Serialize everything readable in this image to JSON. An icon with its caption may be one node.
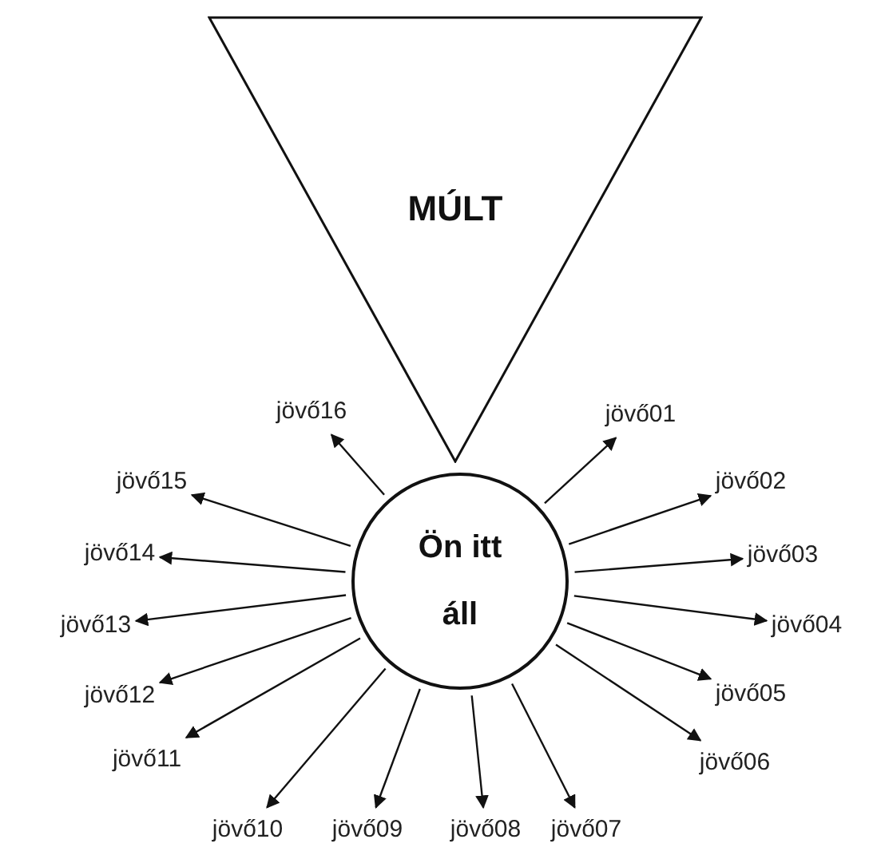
{
  "diagram": {
    "nodes": [
      {
        "text": [
          "MÚLT"
        ]
      },
      {
        "text": [
          "Ön itt áll"
        ]
      },
      {
        "text": [
          "jövő01"
        ]
      },
      {
        "text": [
          "jövő02"
        ]
      },
      {
        "text": [
          "jövő03"
        ]
      },
      {
        "text": [
          "jövő04"
        ]
      },
      {
        "text": [
          "jövő05"
        ]
      },
      {
        "text": [
          "jövő06"
        ]
      },
      {
        "text": [
          "jövő07"
        ]
      },
      {
        "text": [
          "jövő08"
        ]
      },
      {
        "text": [
          "jövő09"
        ]
      },
      {
        "text": [
          "jövő10"
        ]
      },
      {
        "text": [
          "jövő11"
        ]
      },
      {
        "text": [
          "jövő12"
        ]
      },
      {
        "text": [
          "jövő13"
        ]
      },
      {
        "text": [
          "jövő14"
        ]
      },
      {
        "text": [
          "jövő15"
        ]
      },
      {
        "text": [
          "jövő16"
        ]
      }
    ],
    "edges": [
      {
        "from": 1,
        "to": 2,
        "arrow": "to"
      },
      {
        "from": 1,
        "to": 3,
        "arrow": "to"
      },
      {
        "from": 1,
        "to": 4,
        "arrow": "to"
      },
      {
        "from": 1,
        "to": 5,
        "arrow": "to"
      },
      {
        "from": 1,
        "to": 6,
        "arrow": "to"
      },
      {
        "from": 1,
        "to": 7,
        "arrow": "to"
      },
      {
        "from": 1,
        "to": 8,
        "arrow": "to"
      },
      {
        "from": 1,
        "to": 9,
        "arrow": "to"
      },
      {
        "from": 1,
        "to": 10,
        "arrow": "to"
      },
      {
        "from": 1,
        "to": 11,
        "arrow": "to"
      },
      {
        "from": 1,
        "to": 12,
        "arrow": "to"
      },
      {
        "from": 1,
        "to": 13,
        "arrow": "to"
      },
      {
        "from": 1,
        "to": 14,
        "arrow": "to"
      },
      {
        "from": 1,
        "to": 15,
        "arrow": "to"
      },
      {
        "from": 1,
        "to": 16,
        "arrow": "to"
      },
      {
        "from": 1,
        "to": 17,
        "arrow": "to"
      }
    ]
  }
}
